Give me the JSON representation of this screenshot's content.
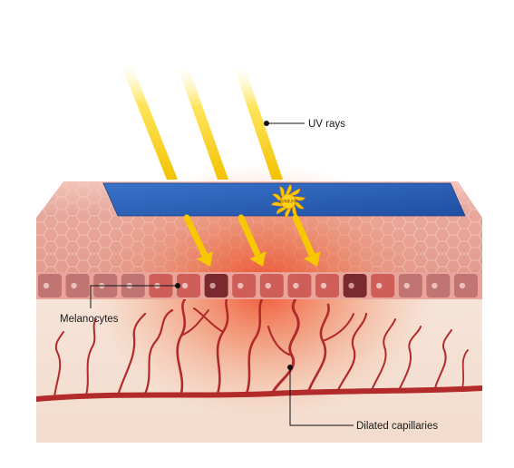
{
  "labels": {
    "uv_rays": "UV rays",
    "melanocytes": "Melanocytes",
    "dilated_capillaries": "Dilated capillaries"
  },
  "logo": {
    "text": "SUNBURN"
  },
  "colors": {
    "uv_ray": "#f2c200",
    "arrow": "#f7c800",
    "sunscreen_blue": "#2a5fb8",
    "epidermis": "#e7a89e",
    "dermis": "#f4e0d3",
    "capillary": "#b22a2a",
    "melanocyte_dark": "#7a2a2e",
    "inflammation": "#e8401d"
  }
}
